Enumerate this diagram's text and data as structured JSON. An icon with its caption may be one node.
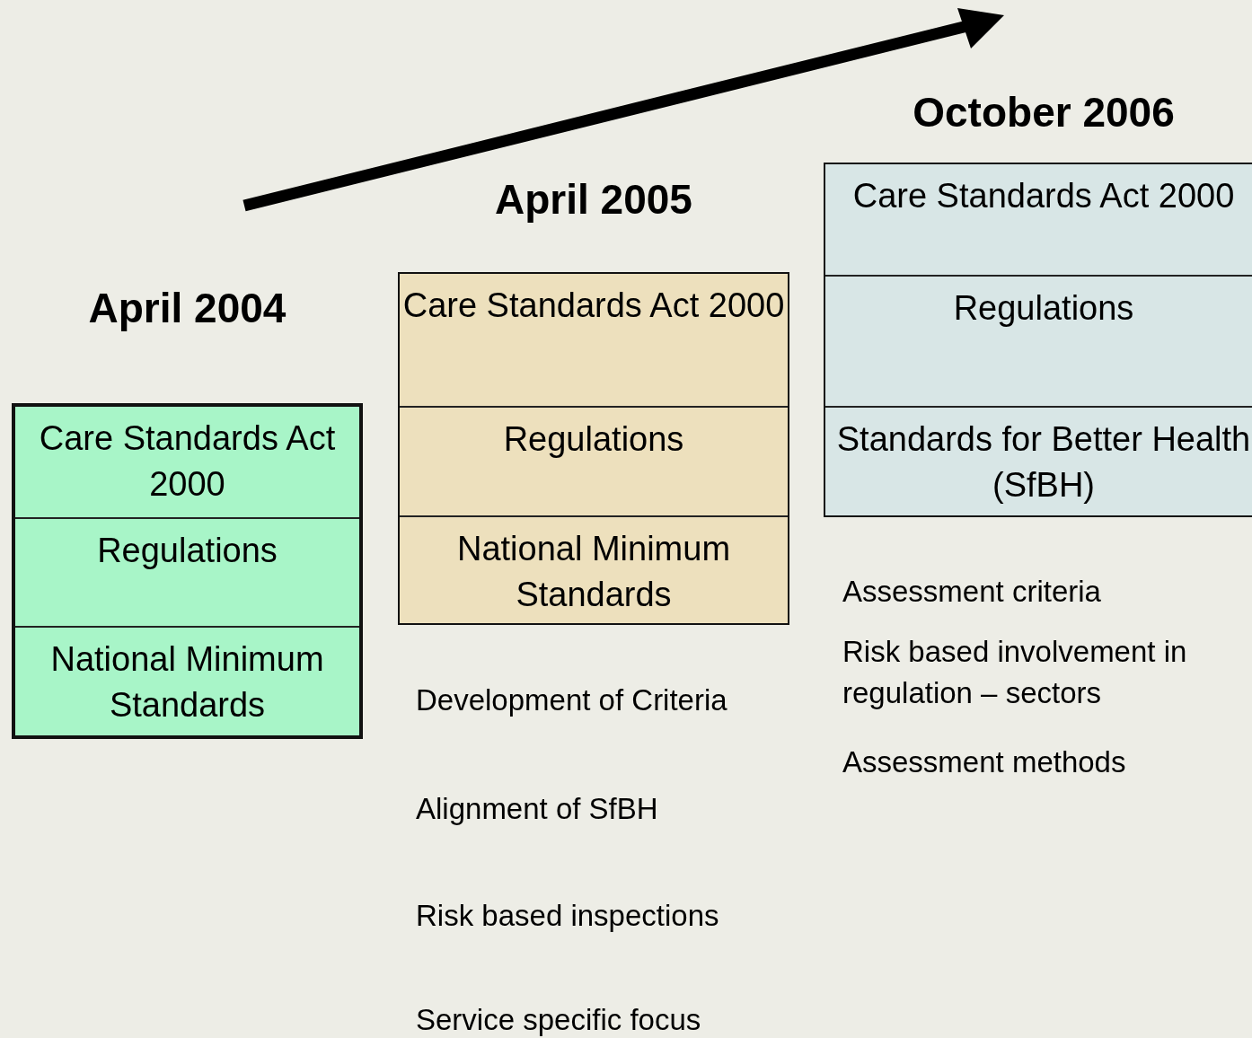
{
  "diagram": {
    "nodes": [
      {
        "text": [
          "April 2004"
        ]
      },
      {
        "text": [
          "Care Standards Act 2000"
        ],
        "in": 0
      },
      {
        "text": [
          "Regulations"
        ],
        "in": 0
      },
      {
        "text": [
          "National Minimum Standards"
        ],
        "in": 0
      },
      {
        "text": [
          "April 2005"
        ]
      },
      {
        "text": [
          "Care Standards Act 2000"
        ],
        "in": 4
      },
      {
        "text": [
          "Regulations"
        ],
        "in": 4
      },
      {
        "text": [
          "National Minimum Standards"
        ],
        "in": 4
      },
      {
        "text": [
          "October 2006"
        ]
      },
      {
        "text": [
          "Care Standards Act 2000"
        ],
        "in": 8
      },
      {
        "text": [
          "Regulations"
        ],
        "in": 8
      },
      {
        "text": [
          "Standards for Better Health (SfBH)"
        ],
        "in": 8
      }
    ],
    "edges": [],
    "labels": [
      "Development of Criteria",
      "Alignment of SfBH",
      "Risk based inspections",
      "Service specific focus",
      "Assessment criteria",
      "Risk based involvement in regulation – sectors",
      "Assessment methods"
    ]
  }
}
